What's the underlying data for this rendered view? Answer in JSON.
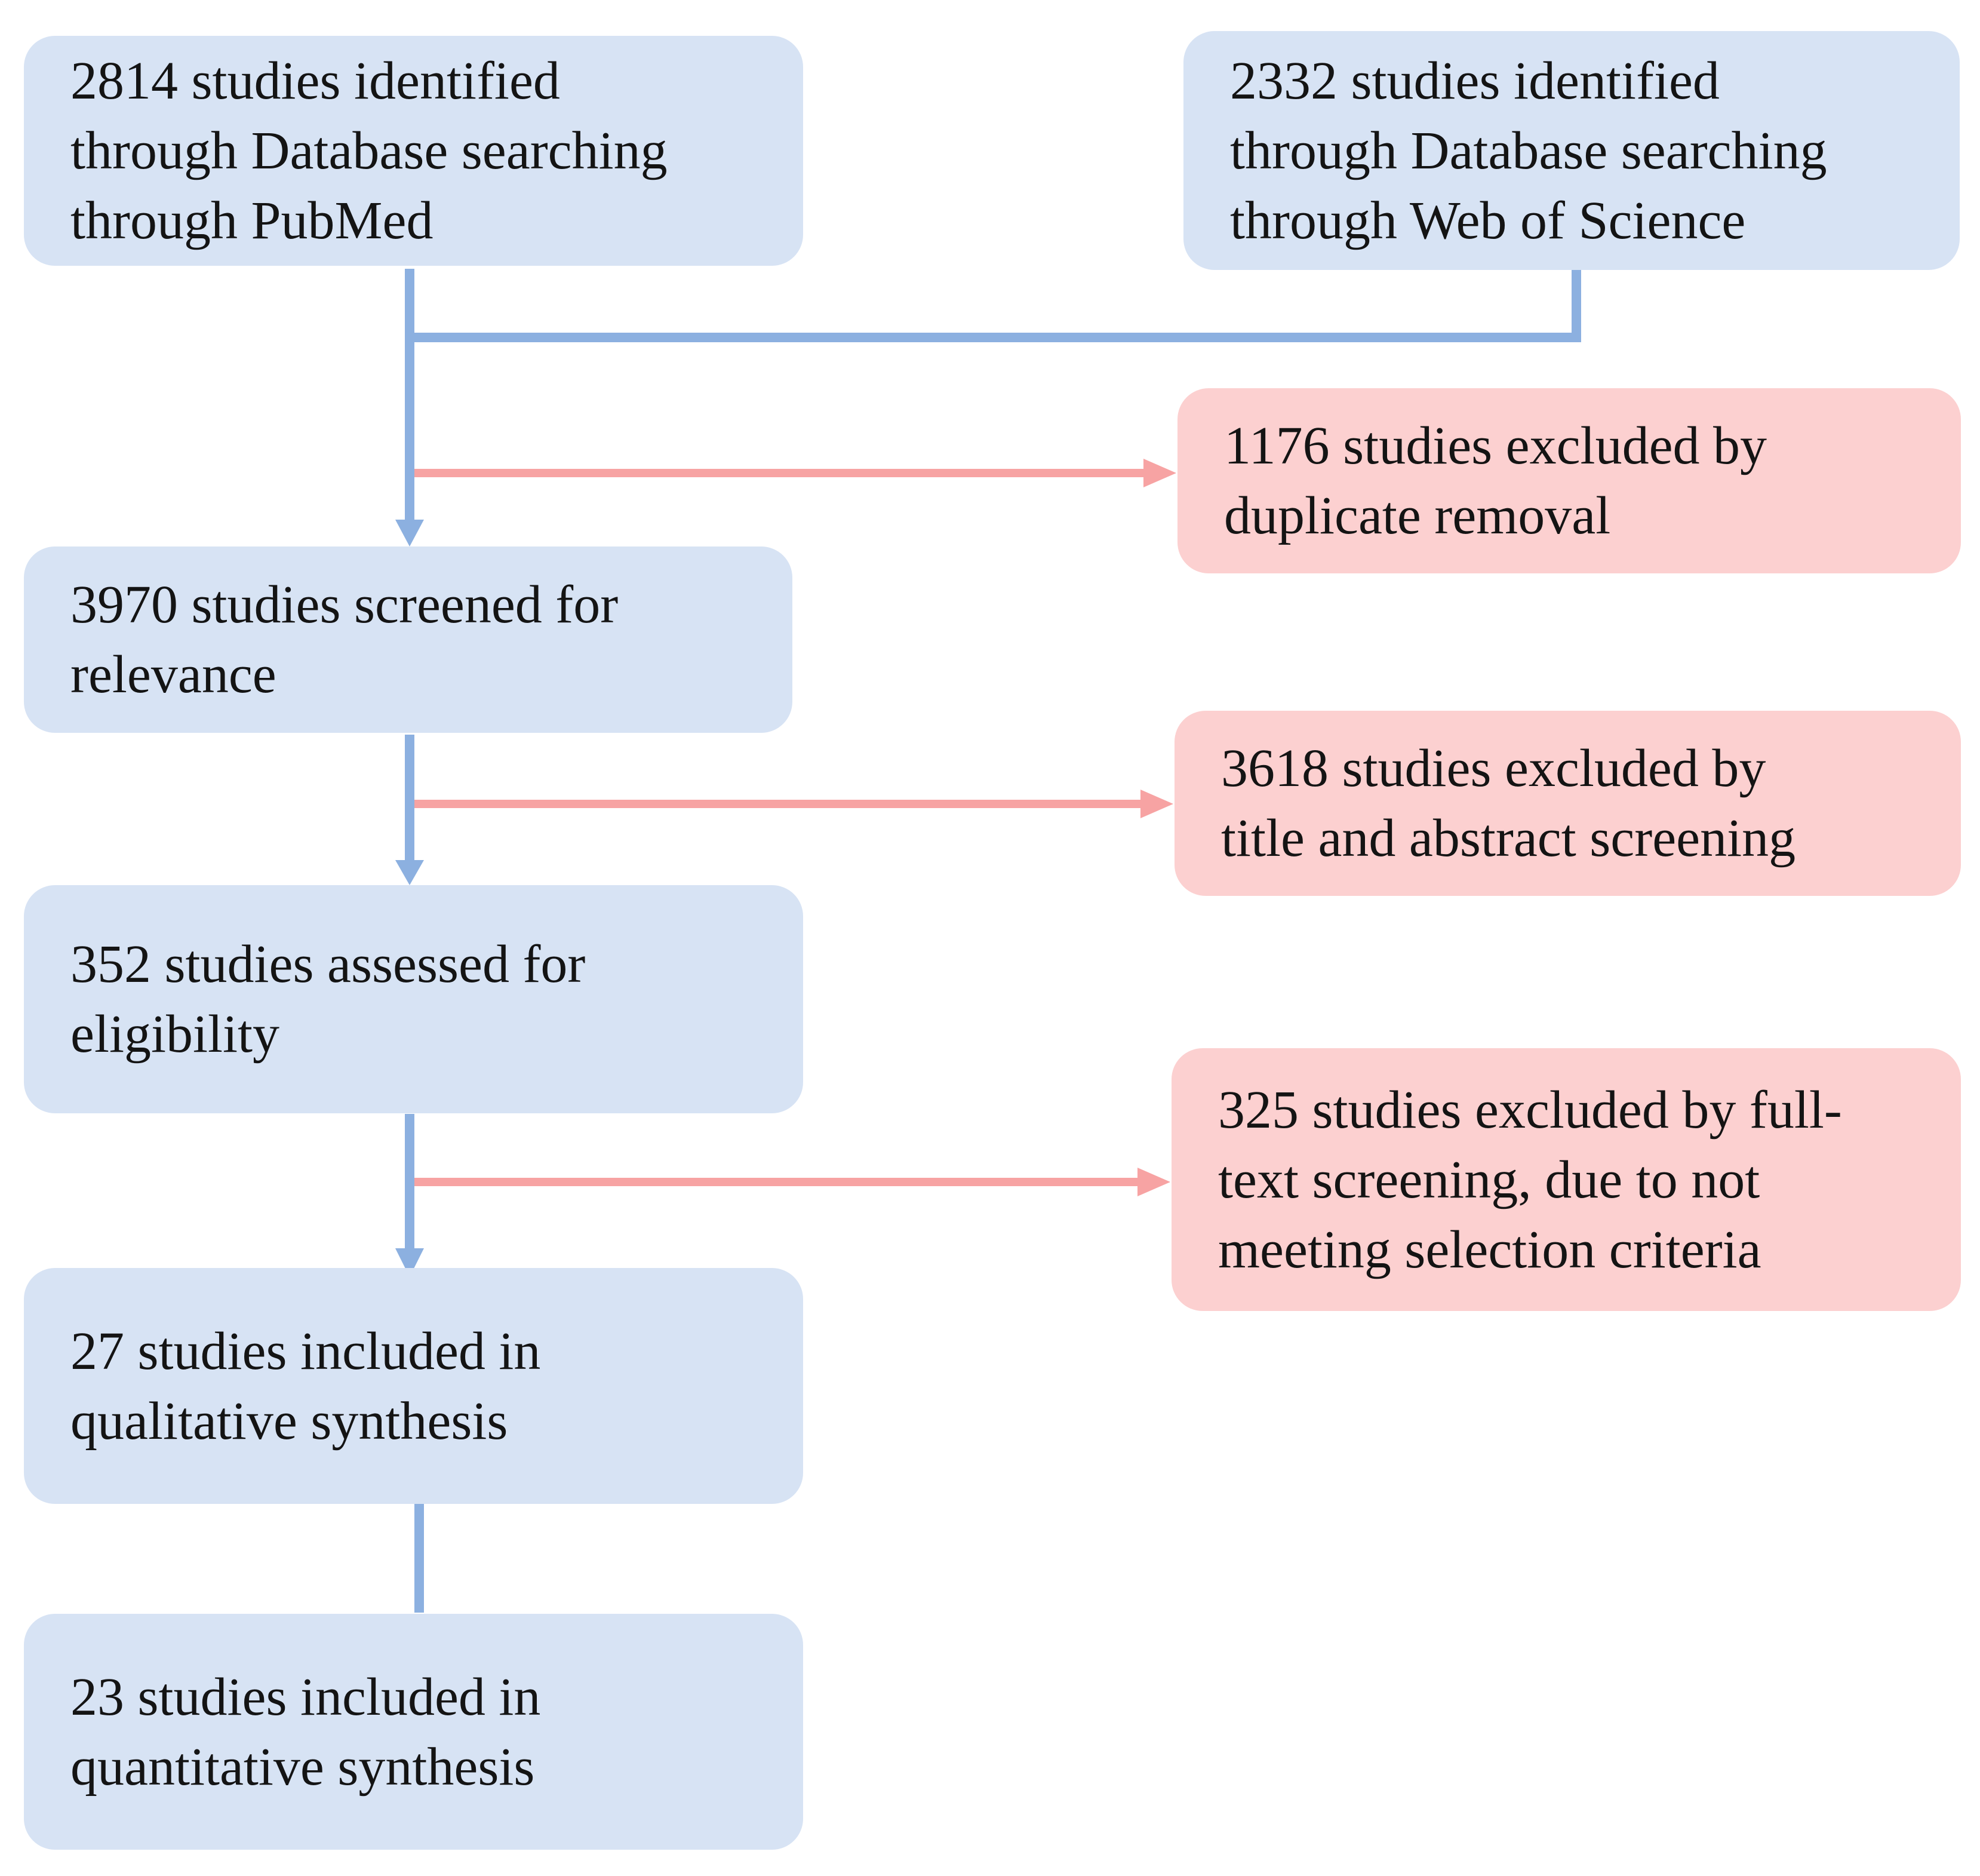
{
  "colors": {
    "flow_arrow": "#8cb0e0",
    "exclusion_arrow": "#f7a3a3",
    "main_box": "#d7e3f4",
    "exclusion_box": "#fcd0d0",
    "text": "#141414"
  },
  "boxes": {
    "pubmed": {
      "lines": [
        "2814 studies identified",
        "through Database searching",
        "through PubMed"
      ]
    },
    "wos": {
      "lines": [
        "2332 studies identified",
        "through Database searching",
        "through Web of Science"
      ]
    },
    "screened": {
      "lines": [
        "3970 studies screened for",
        "relevance"
      ]
    },
    "eligibility": {
      "lines": [
        "352 studies assessed for",
        "eligibility"
      ]
    },
    "qualitative": {
      "lines": [
        "27 studies included in",
        "qualitative synthesis"
      ]
    },
    "quantitative": {
      "lines": [
        "23 studies included in",
        "quantitative synthesis"
      ]
    },
    "excl_duplicates": {
      "lines": [
        "1176 studies excluded by",
        "duplicate removal"
      ]
    },
    "excl_title_abstract": {
      "lines": [
        "3618 studies excluded by",
        "title and abstract screening"
      ]
    },
    "excl_fulltext": {
      "lines": [
        "325 studies excluded by full-",
        "text screening, due to not",
        "meeting selection criteria"
      ]
    }
  }
}
